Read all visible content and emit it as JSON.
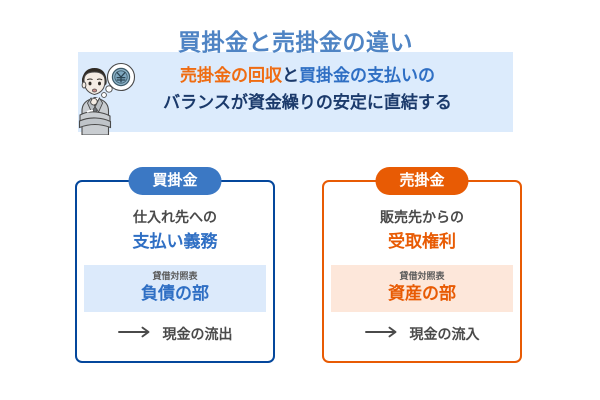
{
  "header": {
    "title": "買掛金と売掛金の違い",
    "subtitle": {
      "line1_part1": "売掛金の回収",
      "line1_part2": "と",
      "line1_part3": "買掛金の支払い",
      "line1_part4": "の",
      "line2": "バランスが資金繰りの安定に直結する"
    },
    "mascot_icon": "thinking-businessman-with-coin-thought-bubble",
    "band_color": "#dcebfc",
    "title_color": "#4f84c4",
    "accent_orange": "#ef6c12",
    "accent_blue": "#2f6fc4"
  },
  "cards": [
    {
      "badge": "買掛金",
      "line1": "仕入れ先への",
      "line2": "支払い義務",
      "band_caption": "貸借対照表",
      "band_main": "負債の部",
      "flow_arrow": "→",
      "flow_text": "現金の流出",
      "border_color": "#04479c",
      "badge_color": "#3b78c4",
      "band_bg": "#dceafb",
      "accent_color": "#2f6fc4"
    },
    {
      "badge": "売掛金",
      "line1": "販売先からの",
      "line2": "受取権利",
      "band_caption": "貸借対照表",
      "band_main": "資産の部",
      "flow_arrow": "→",
      "flow_text": "現金の流入",
      "border_color": "#e85b04",
      "badge_color": "#e85b04",
      "band_bg": "#fde7da",
      "accent_color": "#e85b04"
    }
  ]
}
